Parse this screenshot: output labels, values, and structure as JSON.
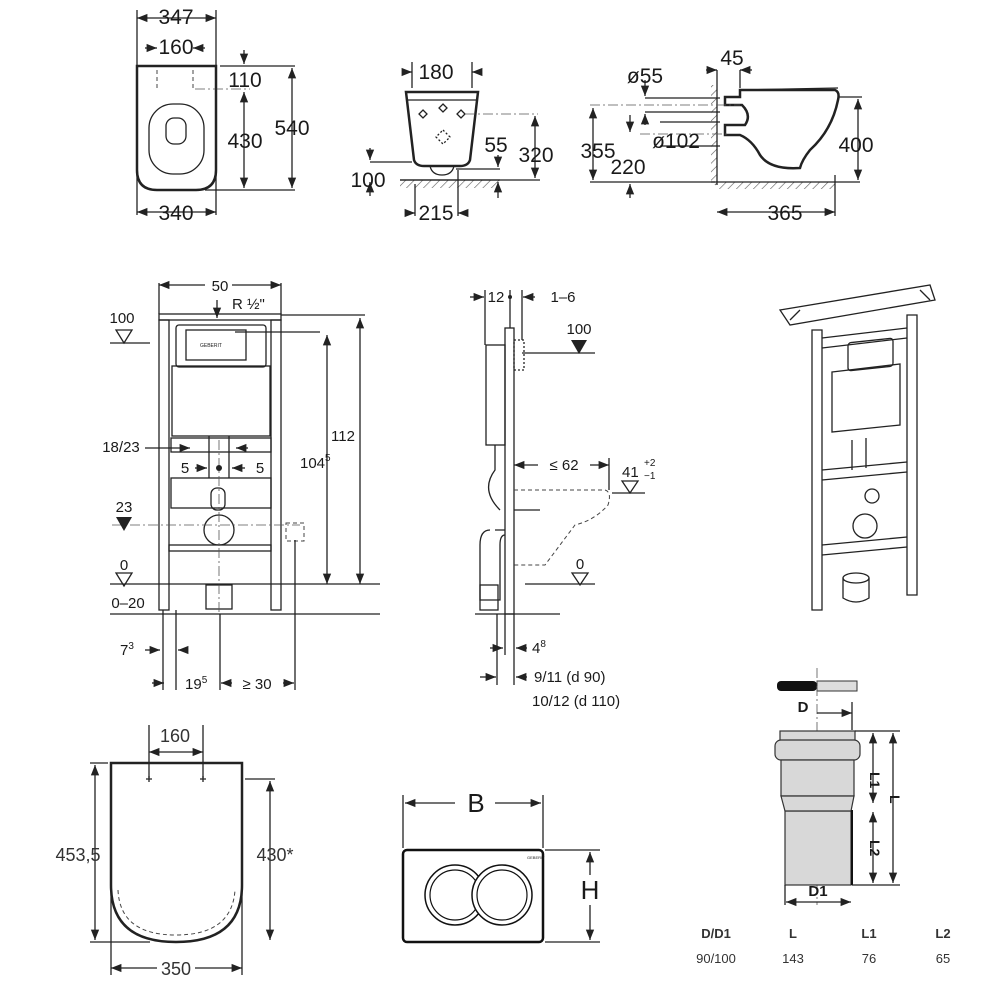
{
  "seat_top_view": {
    "width_total": "347",
    "hole_spacing": "160",
    "hole_offset": "110",
    "inner_length": "430",
    "total_length": "540",
    "base_width": "340"
  },
  "bowl_front_view": {
    "top_width": "180",
    "drain_offset": "55",
    "height": "320",
    "floor_gap": "100",
    "base_width": "215"
  },
  "bowl_side_view": {
    "inlet_dia": "ø55",
    "wall_gap": "45",
    "outlet_dia": "ø102",
    "inlet_height": "355",
    "outlet_height": "220",
    "rim_height": "400",
    "projection": "365"
  },
  "frame_front_view": {
    "width": "50",
    "connection": "R ½\"",
    "level_100": "100",
    "height_inner": "104",
    "height_inner_sup": "5",
    "height_total": "112",
    "outlet_spacing": "18/23",
    "offset_left": "5",
    "offset_right": "5",
    "level_23": "23",
    "level_0": "0",
    "foot_adjust": "0–20",
    "foot_offset": "7",
    "foot_offset_sup": "3",
    "centre_offset": "19",
    "centre_offset_sup": "5",
    "power_offset": "≥ 30"
  },
  "frame_side_view": {
    "depth": "12",
    "wall_adjust": "1–6",
    "level_100": "100",
    "bowl_depth": "≤ 62",
    "rim_level": "41",
    "rim_tol_plus": "+2",
    "rim_tol_minus": "−1",
    "level_0": "0",
    "pipe_offset": "4",
    "pipe_offset_sup": "8",
    "pipe_d90": "9/11 (d 90)",
    "pipe_d110": "10/12 (d 110)"
  },
  "seat_outline": {
    "hole_spacing": "160",
    "length_total": "453,5",
    "length_inner": "430*",
    "width": "350"
  },
  "flush_plate": {
    "width_label": "B",
    "height_label": "H",
    "brand": "GEBERIT"
  },
  "pipe_connector": {
    "labels": {
      "d": "D",
      "d1": "D1",
      "l": "L",
      "l1": "L1",
      "l2": "L2"
    },
    "table": {
      "headers": [
        "D/D1",
        "L",
        "L1",
        "L2"
      ],
      "rows": [
        [
          "90/100",
          "143",
          "76",
          "65"
        ]
      ]
    }
  }
}
